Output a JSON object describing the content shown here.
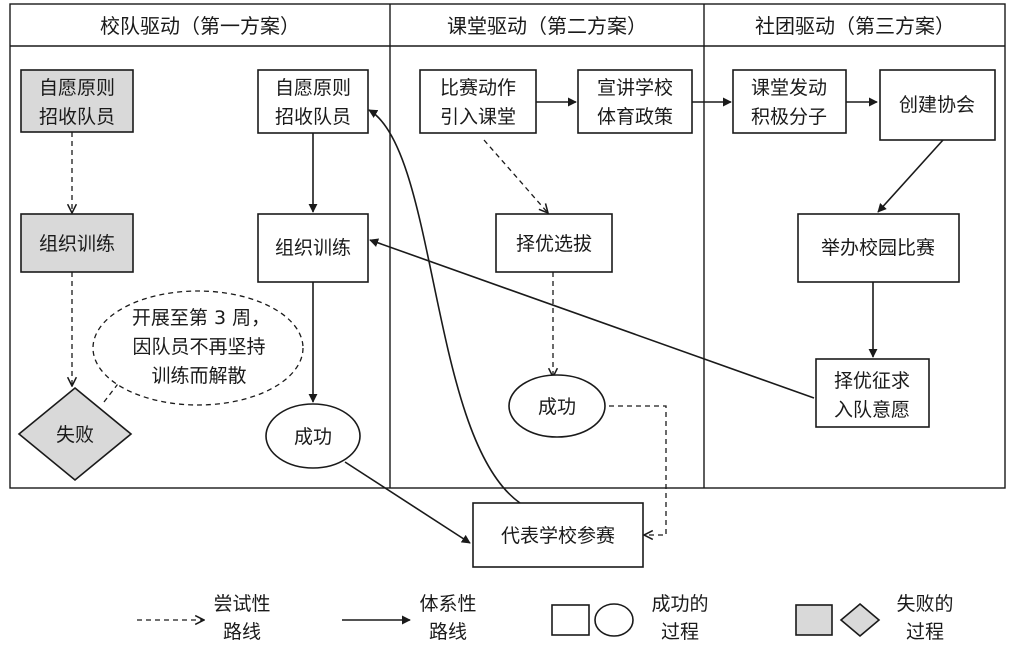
{
  "lanes": {
    "lane1": "校队驱动（第一方案）",
    "lane2": "课堂驱动（第二方案）",
    "lane3": "社团驱动（第三方案）"
  },
  "nodes": {
    "fail_recruit": [
      "自愿原则",
      "招收队员"
    ],
    "fail_train": "组织训练",
    "fail_end": "失败",
    "callout": [
      "开展至第 3 周，",
      "因队员不再坚持",
      "训练而解散"
    ],
    "l1_recruit": [
      "自愿原则",
      "招收队员"
    ],
    "l1_train": "组织训练",
    "l1_success": "成功",
    "l2_moves": [
      "比赛动作",
      "引入课堂"
    ],
    "l2_policy": [
      "宣讲学校",
      "体育政策"
    ],
    "l2_select": "择优选拔",
    "l2_success": "成功",
    "l3_mobilize": [
      "课堂发动",
      "积极分子"
    ],
    "l3_assoc": "创建协会",
    "l3_contest": "举办校园比赛",
    "l3_seek": [
      "择优征求",
      "入队意愿"
    ],
    "compete": "代表学校参赛"
  },
  "legend": {
    "trial": [
      "尝试性",
      "路线"
    ],
    "system": [
      "体系性",
      "路线"
    ],
    "success": [
      "成功的",
      "过程"
    ],
    "failure": [
      "失败的",
      "过程"
    ]
  },
  "colors": {
    "line": "#1a1a1a",
    "fail_fill": "#d9d9d9"
  }
}
